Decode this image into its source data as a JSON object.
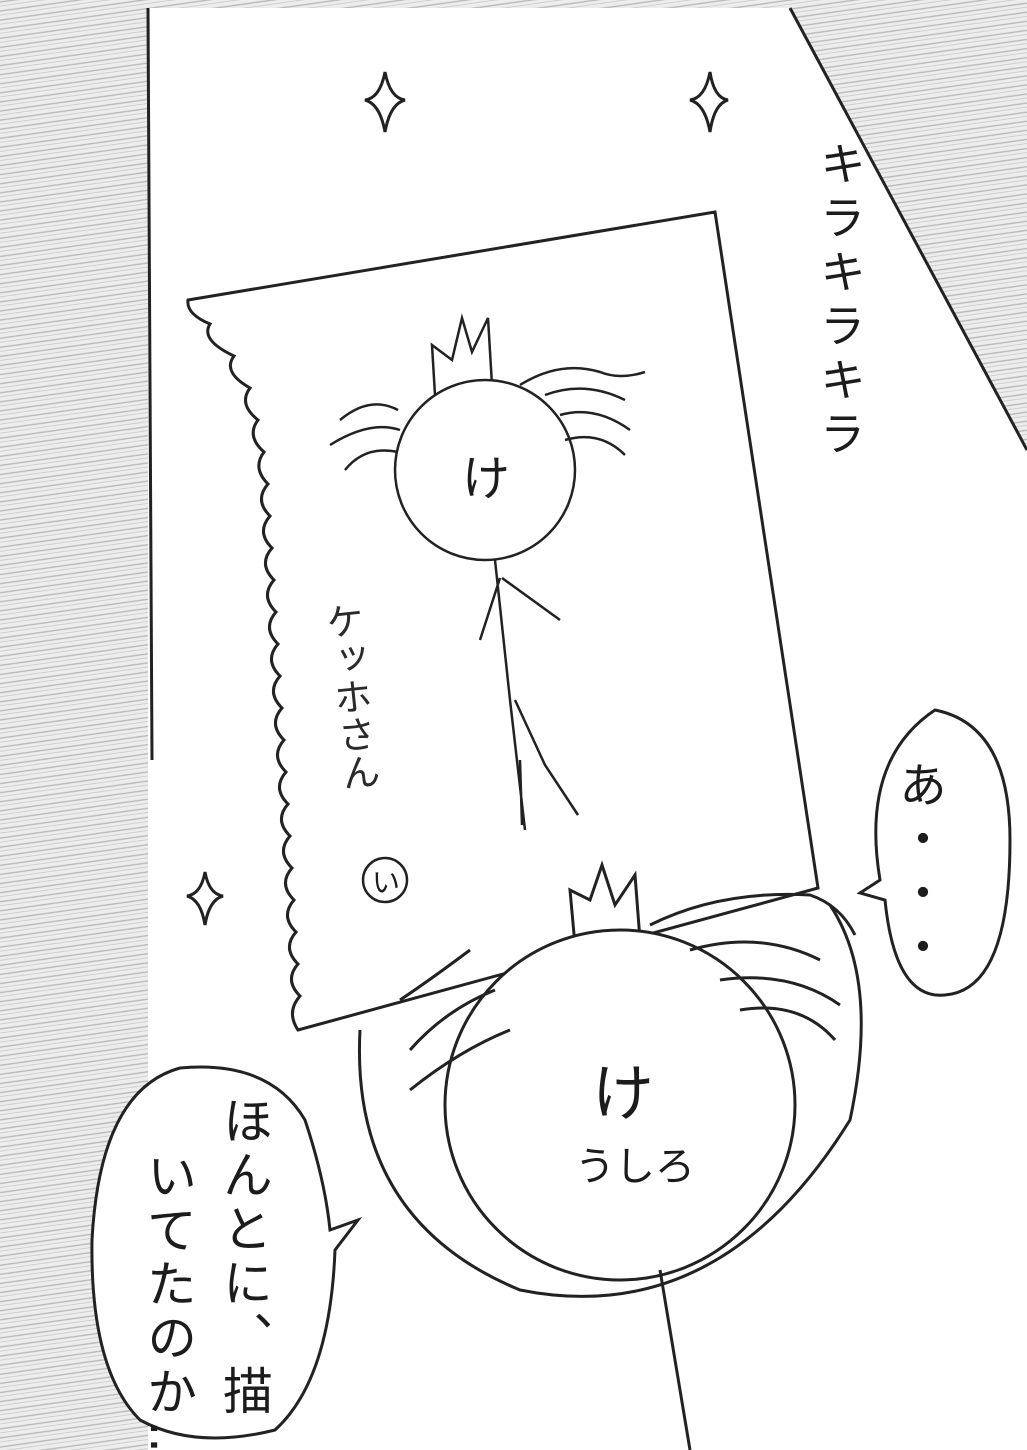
{
  "panel": {
    "sfx": "キラキラキラ",
    "drawing": {
      "head_label": "け",
      "name": "ケッホさん",
      "signature": "い"
    },
    "character": {
      "head_label": "け",
      "back_label": "うしろ"
    },
    "speech": [
      {
        "speaker": "character",
        "text": "あ・・・"
      },
      {
        "speaker": "off-panel",
        "line1": "ほんとに、描",
        "line2": "いてたのか…"
      }
    ]
  },
  "colors": {
    "paper": "#ffffff",
    "ink": "#1c1c1c",
    "pencil_shade": "#9a9a9a"
  }
}
